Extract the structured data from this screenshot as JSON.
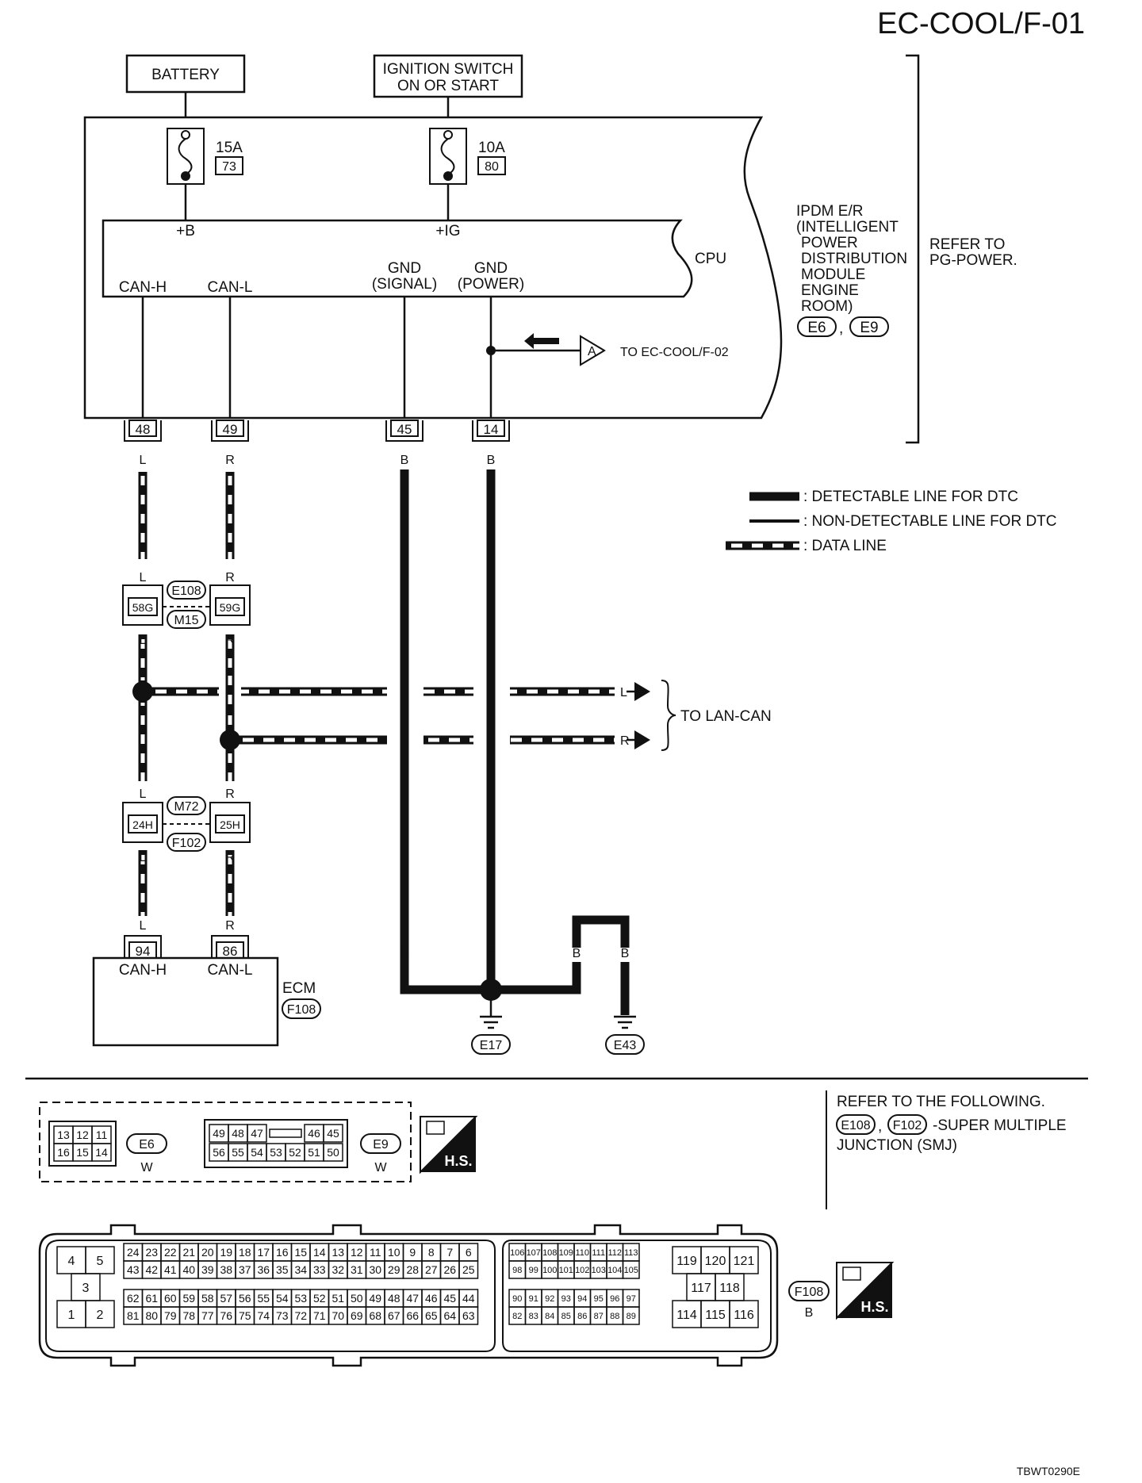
{
  "title": "EC-COOL/F-01",
  "footer_code": "TBWT0290E",
  "sources": {
    "battery": "BATTERY",
    "ignition_line1": "IGNITION SWITCH",
    "ignition_line2": "ON OR START"
  },
  "fuses": [
    {
      "amps": "15A",
      "number": "73"
    },
    {
      "amps": "10A",
      "number": "80"
    }
  ],
  "ipdm": {
    "plus_b": "+B",
    "plus_ig": "+IG",
    "cpu": "CPU",
    "can_h": "CAN-H",
    "can_l": "CAN-L",
    "gnd_signal_1": "GND",
    "gnd_signal_2": "(SIGNAL)",
    "gnd_power_1": "GND",
    "gnd_power_2": "(POWER)",
    "name_lines": [
      "IPDM E/R",
      "(INTELLIGENT",
      "POWER",
      "DISTRIBUTION",
      "MODULE",
      "ENGINE",
      "ROOM)"
    ],
    "conn1": "E6",
    "comma": ",",
    "conn2": "E9",
    "refer1": "REFER TO",
    "refer2": "PG-POWER.",
    "pins": [
      "48",
      "49",
      "45",
      "14"
    ]
  },
  "to_cool_02": {
    "marker": "A",
    "label": "TO EC-COOL/F-02"
  },
  "wire_colors": {
    "l": "L",
    "r": "R",
    "b": "B"
  },
  "legend": [
    {
      "label": ": DETECTABLE LINE FOR DTC"
    },
    {
      "label": ": NON-DETECTABLE LINE FOR DTC"
    },
    {
      "label": ": DATA LINE"
    }
  ],
  "junction1": {
    "pin_l": "58G",
    "pin_r": "59G",
    "conn_top": "E108",
    "conn_bottom": "M15"
  },
  "junction2": {
    "pin_l": "24H",
    "pin_r": "25H",
    "conn_top": "M72",
    "conn_bottom": "F102"
  },
  "lan_can": "TO LAN-CAN",
  "ecm": {
    "name": "ECM",
    "conn": "F108",
    "pin_h": "94",
    "pin_l": "86",
    "can_h": "CAN-H",
    "can_l": "CAN-L"
  },
  "grounds": [
    "E17",
    "E43"
  ],
  "smj": {
    "line1": "REFER TO THE FOLLOWING.",
    "conn1": "E108",
    "comma": ",",
    "conn2": "F102",
    "text": "-SUPER MULTIPLE",
    "line3": "JUNCTION (SMJ)"
  },
  "connector_e6": {
    "id": "E6",
    "color": "W",
    "rows": [
      [
        "13",
        "12",
        "11"
      ],
      [
        "16",
        "15",
        "14"
      ]
    ]
  },
  "connector_e9": {
    "id": "E9",
    "color": "W",
    "rows": [
      [
        "49",
        "48",
        "47"
      ],
      [
        "56",
        "55",
        "54",
        "53",
        "52",
        "51",
        "50"
      ]
    ],
    "rows_right_top": [
      "46",
      "45"
    ]
  },
  "hs_label": "H.S.",
  "connector_f108": {
    "id": "F108",
    "color": "B",
    "left_pins": [
      "4",
      "5",
      "3",
      "1",
      "2"
    ],
    "g1": [
      [
        "24",
        "23",
        "22",
        "21",
        "20",
        "19",
        "18",
        "17",
        "16",
        "15",
        "14",
        "13",
        "12",
        "11",
        "10",
        "9",
        "8",
        "7",
        "6"
      ],
      [
        "43",
        "42",
        "41",
        "40",
        "39",
        "38",
        "37",
        "36",
        "35",
        "34",
        "33",
        "32",
        "31",
        "30",
        "29",
        "28",
        "27",
        "26",
        "25"
      ],
      [
        "62",
        "61",
        "60",
        "59",
        "58",
        "57",
        "56",
        "55",
        "54",
        "53",
        "52",
        "51",
        "50",
        "49",
        "48",
        "47",
        "46",
        "45",
        "44"
      ],
      [
        "81",
        "80",
        "79",
        "78",
        "77",
        "76",
        "75",
        "74",
        "73",
        "72",
        "71",
        "70",
        "69",
        "68",
        "67",
        "66",
        "65",
        "64",
        "63"
      ]
    ],
    "g2": [
      [
        "106",
        "107",
        "108",
        "109",
        "110",
        "111",
        "112",
        "113"
      ],
      [
        "98",
        "99",
        "100",
        "101",
        "102",
        "103",
        "104",
        "105"
      ],
      [
        "90",
        "91",
        "92",
        "93",
        "94",
        "95",
        "96",
        "97"
      ],
      [
        "82",
        "83",
        "84",
        "85",
        "86",
        "87",
        "88",
        "89"
      ]
    ],
    "g3": [
      [
        "119",
        "120",
        "121"
      ],
      [
        "117",
        "118"
      ],
      [
        "114",
        "115",
        "116"
      ]
    ]
  }
}
